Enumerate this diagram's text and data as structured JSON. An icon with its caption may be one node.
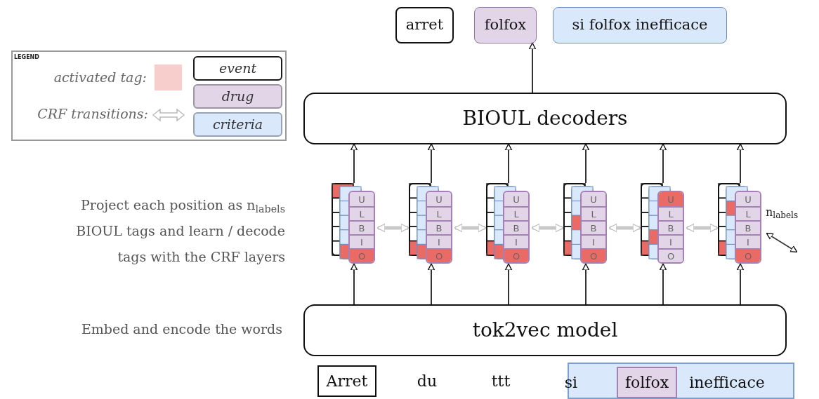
{
  "diagram": {
    "nodes": [
      {
        "text": [
          "arret"
        ]
      },
      {
        "text": [
          "folfox"
        ]
      },
      {
        "text": [
          "si folfox inefficace"
        ]
      },
      {
        "text": [
          "BIOUL decoders"
        ]
      },
      {
        "text": [
          "U",
          "L",
          "B",
          "I",
          "O"
        ]
      },
      {
        "text": [
          "U",
          "L",
          "B",
          "I",
          "O"
        ]
      },
      {
        "text": [
          "U",
          "L",
          "B",
          "I",
          "O"
        ]
      },
      {
        "text": [
          "U",
          "L",
          "B",
          "I",
          "O"
        ]
      },
      {
        "text": [
          "U",
          "L",
          "B",
          "I",
          "O"
        ]
      },
      {
        "text": [
          "U",
          "L",
          "B",
          "I",
          "O"
        ],
        "beside": [
          "n$_{labels}$"
        ]
      },
      {
        "text": [
          "tok2vec model"
        ]
      },
      {
        "text": [
          "Arret"
        ]
      },
      {
        "text": [
          "du"
        ]
      },
      {
        "text": [
          "ttt"
        ]
      },
      {
        "text": [],
        "shape": "box"
      },
      {
        "text": [
          "si"
        ],
        "in": 14
      },
      {
        "text": [
          "folfox"
        ],
        "in": 14
      },
      {
        "text": [
          "inefficace"
        ],
        "in": 14
      }
    ],
    "edges": [
      {
        "from": 3,
        "to": 1,
        "arrow": "to"
      },
      {
        "from": 4,
        "to": 3,
        "arrow": "to"
      },
      {
        "from": 5,
        "to": 3,
        "arrow": "to"
      },
      {
        "from": 6,
        "to": 3,
        "arrow": "to"
      },
      {
        "from": 7,
        "to": 3,
        "arrow": "to"
      },
      {
        "from": 8,
        "to": 3,
        "arrow": "to"
      },
      {
        "from": 9,
        "to": 3,
        "arrow": "to"
      },
      {
        "from": 10,
        "to": 4,
        "arrow": "to"
      },
      {
        "from": 10,
        "to": 5,
        "arrow": "to"
      },
      {
        "from": 10,
        "to": 6,
        "arrow": "to"
      },
      {
        "from": 10,
        "to": 7,
        "arrow": "to"
      },
      {
        "from": 10,
        "to": 8,
        "arrow": "to"
      },
      {
        "from": 10,
        "to": 9,
        "arrow": "to"
      },
      {
        "from": 4,
        "to": 5,
        "arrow": "both",
        "style": "thick",
        "color": "#c8c8c8"
      },
      {
        "from": 5,
        "to": 6,
        "arrow": "both",
        "style": "thick",
        "color": "#c8c8c8"
      },
      {
        "from": 6,
        "to": 7,
        "arrow": "both",
        "style": "thick",
        "color": "#c8c8c8"
      },
      {
        "from": 7,
        "to": 8,
        "arrow": "both",
        "style": "thick",
        "color": "#c8c8c8"
      },
      {
        "from": 8,
        "to": 9,
        "arrow": "both",
        "style": "thick",
        "color": "#c8c8c8"
      }
    ],
    "labels": [
      "LEGEND",
      "Project each position as n$_{labels}$ BIOUL tags and learn / decode tags with the CRF layers",
      "Embed and encode the words"
    ],
    "legend": [
      {
        "text": "activated tag:",
        "color": "#f8cecc"
      },
      {
        "text": "CRF transitions:"
      },
      {
        "text": "event",
        "color": "#ffffff"
      },
      {
        "text": "drug",
        "color": "#e1d5e7"
      },
      {
        "text": "criteria",
        "color": "#dae8fc"
      }
    ]
  }
}
